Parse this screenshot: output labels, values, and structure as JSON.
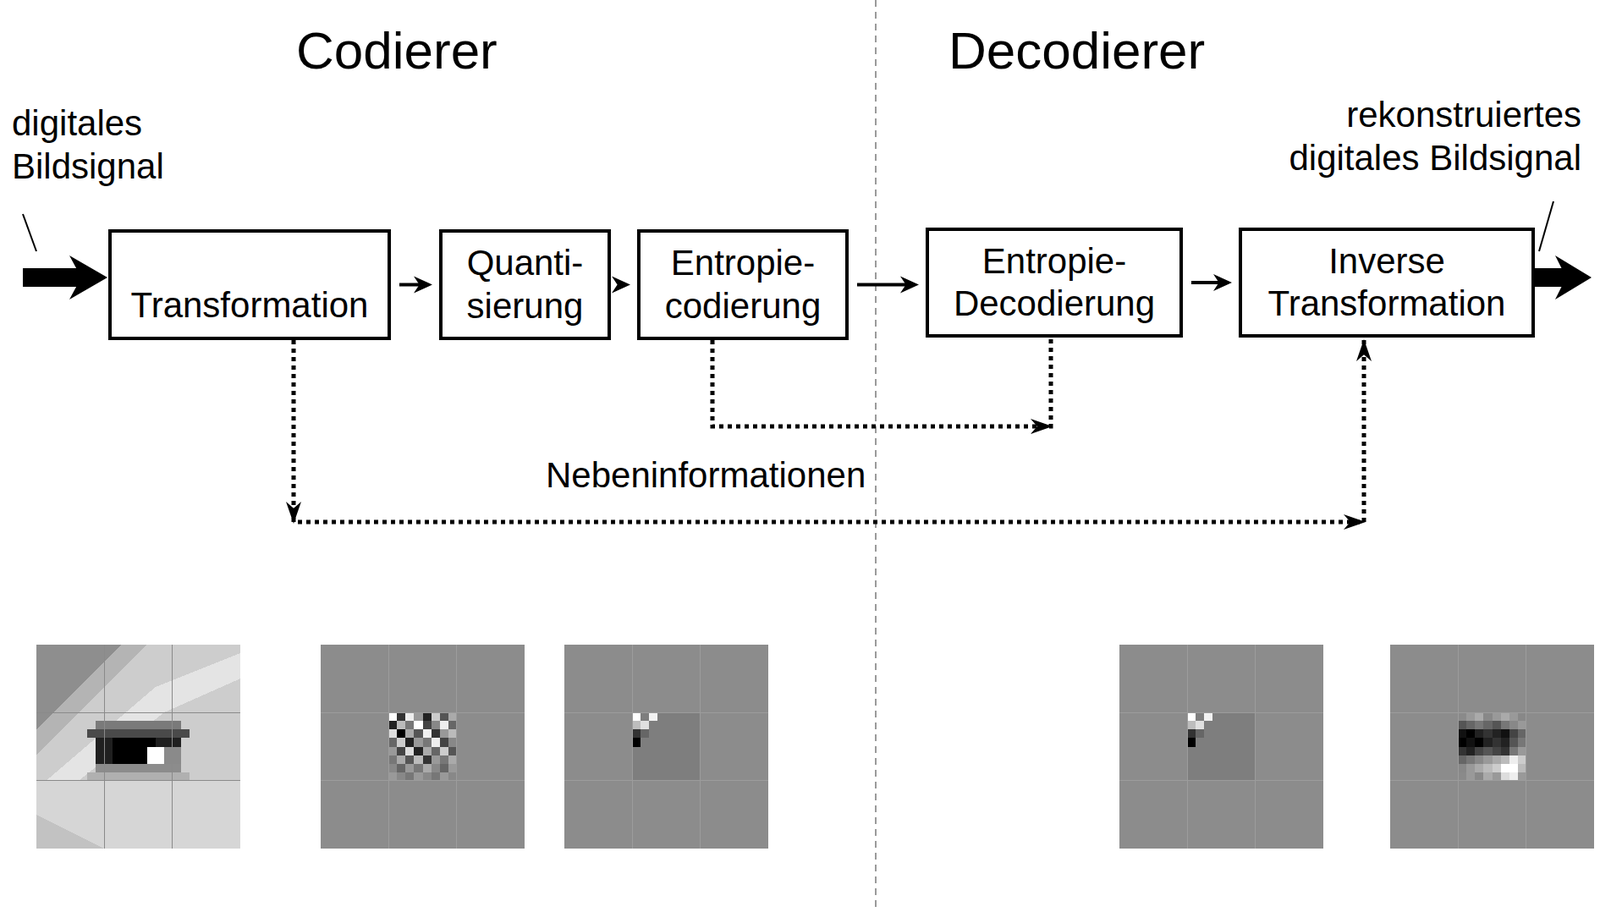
{
  "diagram": {
    "nodes": [
      {
        "text": [
          "Transformation"
        ]
      },
      {
        "text": [
          "Quanti- sierung"
        ]
      },
      {
        "text": [
          "Entropie- codierung"
        ]
      },
      {
        "text": [
          "Entropie- Decodierung"
        ]
      },
      {
        "text": [
          "Inverse Transformation"
        ]
      }
    ],
    "edges": [
      {
        "from": 0,
        "to": 1,
        "arrow": "to"
      },
      {
        "from": 1,
        "to": 2,
        "arrow": "to"
      },
      {
        "from": 2,
        "to": 3,
        "arrow": "to"
      },
      {
        "from": 3,
        "to": 4,
        "arrow": "to"
      },
      {
        "from": 2,
        "to": 3,
        "arrow": "to"
      },
      {
        "from": 0,
        "to": 4,
        "arrow": "to"
      }
    ],
    "labels": [
      "Codierer",
      "Decodierer",
      "digitales Bildsignal",
      "rekonstruiertes digitales Bildsignal",
      "Nebeninformationen"
    ]
  }
}
